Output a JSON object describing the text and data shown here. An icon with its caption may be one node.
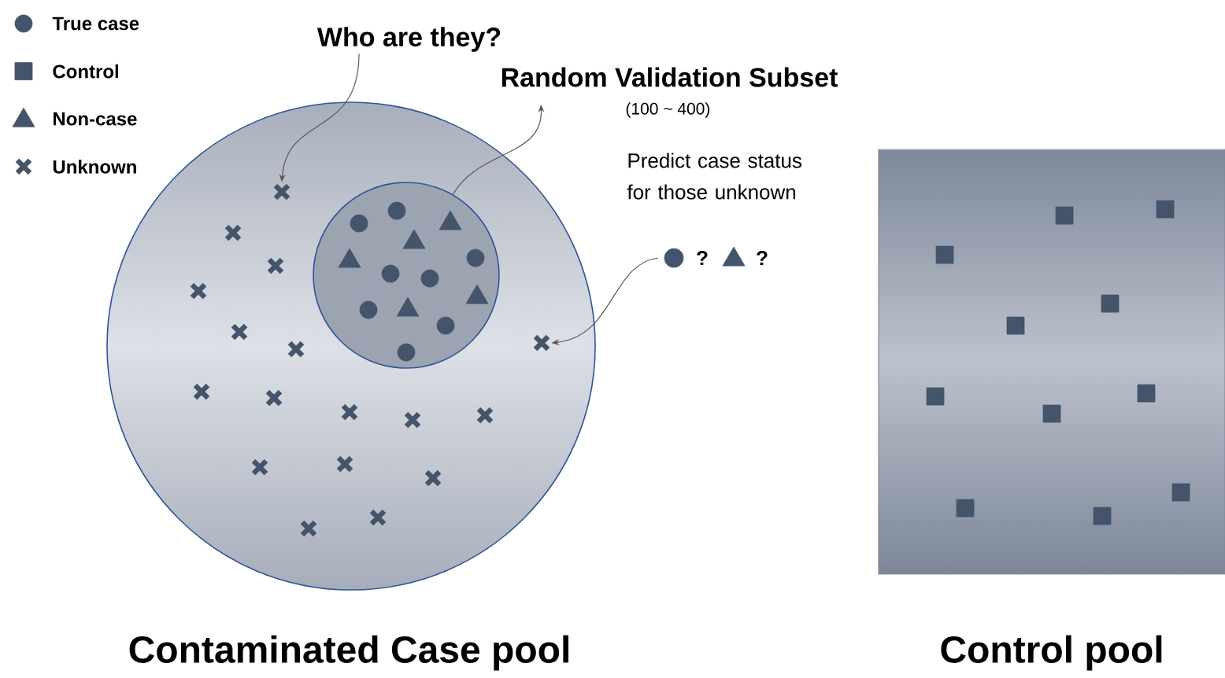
{
  "diagram": {
    "nodes": [
      {
        "text": [
          "Contaminated Case pool"
        ]
      },
      {
        "text": [
          "Who are they?"
        ]
      },
      {
        "text": [],
        "shape": "cross",
        "in": 0
      },
      {
        "text": [],
        "shape": "circle",
        "in": 0
      },
      {
        "text": [
          "Random Validation Subset",
          "(100 ~ 400)"
        ]
      },
      {
        "text": [
          "?",
          "?"
        ]
      },
      {
        "text": [],
        "shape": "cross",
        "in": 0
      },
      {
        "text": [
          "Control pool"
        ]
      }
    ],
    "edges": [
      {
        "from": 1,
        "to": 2,
        "arrow": "to"
      },
      {
        "from": 3,
        "to": 4,
        "arrow": "to"
      },
      {
        "from": 5,
        "to": 6,
        "arrow": "to"
      }
    ],
    "labels": [
      "Predict case status for those unknown"
    ],
    "legend": [
      {
        "text": "True case"
      },
      {
        "text": "Control"
      },
      {
        "text": "Non-case"
      },
      {
        "text": "Unknown"
      }
    ]
  }
}
